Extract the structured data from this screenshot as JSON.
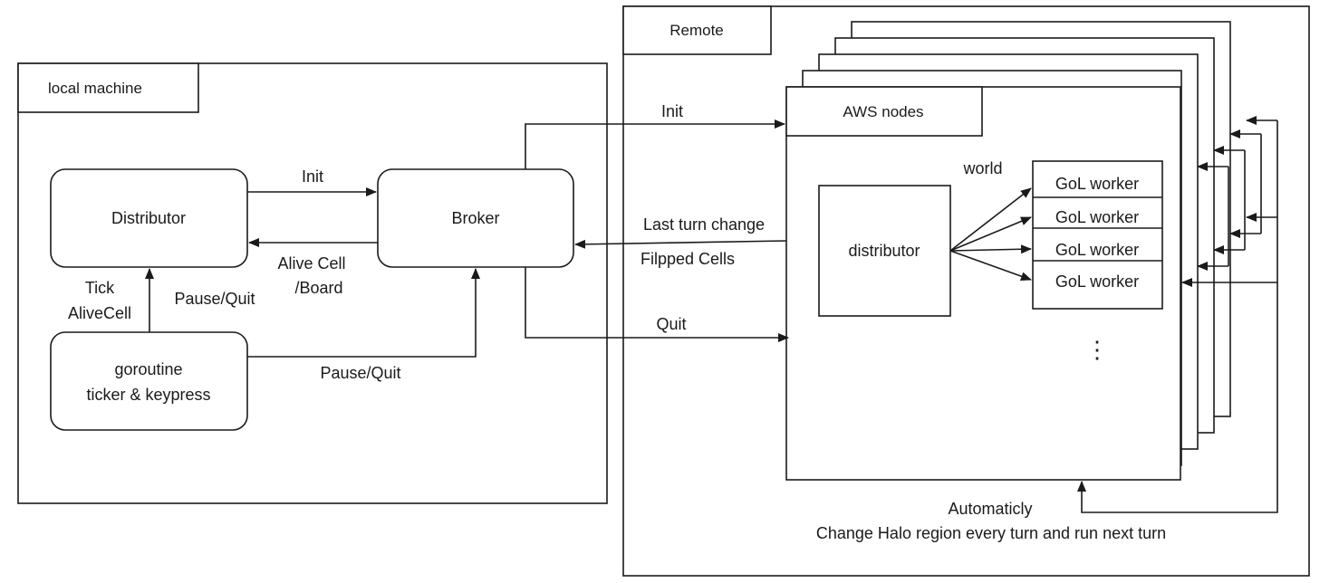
{
  "containers": {
    "local": "local machine",
    "remote": "Remote",
    "aws": "AWS nodes"
  },
  "nodes": {
    "distributor": "Distributor",
    "broker": "Broker",
    "goroutine_line1": "goroutine",
    "goroutine_line2": "ticker & keypress",
    "aws_distributor": "distributor",
    "gol_worker": "GoL worker",
    "more_workers": "⋮"
  },
  "edges": {
    "init_local": "Init",
    "alive_cell_line1": "Alive Cell",
    "alive_cell_line2": "/Board",
    "tick_line1": "Tick",
    "tick_line2": "AliveCell",
    "pause_quit_up": "Pause/Quit",
    "pause_quit_broker": "Pause/Quit",
    "init_remote": "Init",
    "last_turn_change": "Last turn change",
    "flipped_cells": "Filpped Cells",
    "quit": "Quit",
    "world": "world"
  },
  "footer": {
    "line1": "Automaticly",
    "line2": "Change Halo region every turn and run next turn"
  }
}
